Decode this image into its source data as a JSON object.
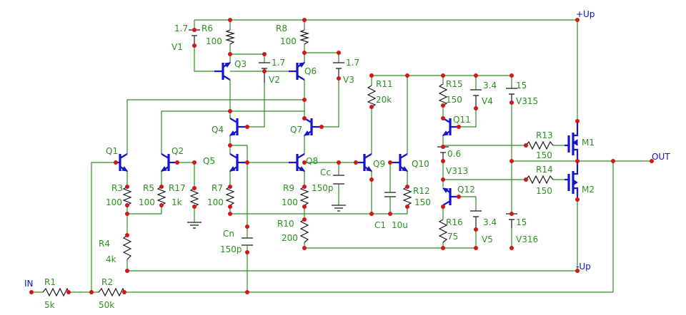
{
  "supply": {
    "pos": "+Up",
    "neg": "-Up"
  },
  "ports": {
    "in": "IN",
    "out": "OUT"
  },
  "colors": {
    "wire": "#2a8f1f",
    "component": "#1a1a1a",
    "transistor": "#1515cc",
    "node": "#d61414",
    "port": "#1010c8"
  },
  "resistors": [
    {
      "name": "R1",
      "value": "5k"
    },
    {
      "name": "R2",
      "value": "50k"
    },
    {
      "name": "R3",
      "value": "100"
    },
    {
      "name": "R4",
      "value": "4k"
    },
    {
      "name": "R5",
      "value": "100"
    },
    {
      "name": "R6",
      "value": "100"
    },
    {
      "name": "R7",
      "value": "100"
    },
    {
      "name": "R8",
      "value": "100"
    },
    {
      "name": "R9",
      "value": "100"
    },
    {
      "name": "R10",
      "value": "200"
    },
    {
      "name": "R11",
      "value": "20k"
    },
    {
      "name": "R12",
      "value": "150"
    },
    {
      "name": "R13",
      "value": "150"
    },
    {
      "name": "R14",
      "value": "150"
    },
    {
      "name": "R15",
      "value": "150"
    },
    {
      "name": "R16",
      "value": "75"
    },
    {
      "name": "R17",
      "value": "1k"
    }
  ],
  "capacitors": [
    {
      "name": "Cc",
      "value": "150p"
    },
    {
      "name": "Cn",
      "value": "150p"
    },
    {
      "name": "C1",
      "value": "10u"
    }
  ],
  "sources": [
    {
      "name": "V1",
      "value": "1.7"
    },
    {
      "name": "V2",
      "value": "1.7"
    },
    {
      "name": "V3",
      "value": "1.7"
    },
    {
      "name": "V4",
      "value": "3.4"
    },
    {
      "name": "V5",
      "value": "3.4"
    },
    {
      "name": "V313",
      "value": "0.6"
    },
    {
      "name": "V315",
      "value": "15"
    },
    {
      "name": "V316",
      "value": "15"
    }
  ],
  "transistors": [
    "Q1",
    "Q2",
    "Q3",
    "Q4",
    "Q5",
    "Q6",
    "Q7",
    "Q8",
    "Q9",
    "Q10",
    "Q11",
    "Q12"
  ],
  "mosfets": [
    "M1",
    "M2"
  ]
}
